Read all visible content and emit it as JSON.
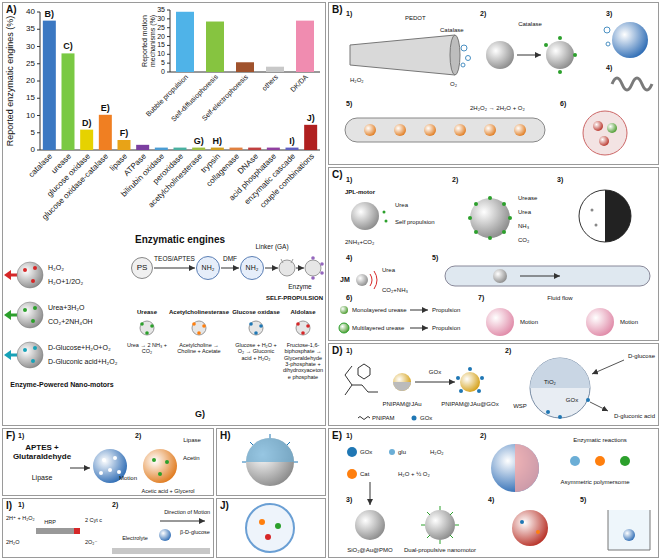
{
  "diagram": {
    "nodes": [
      {
        "text": [
          "A)"
        ]
      },
      {
        "text": [
          "PS"
        ],
        "in": 0
      },
      {
        "text": [
          "NH₂"
        ],
        "in": 0
      },
      {
        "text": [
          "NH₂"
        ],
        "in": 0
      },
      {
        "text": [
          "B)"
        ]
      },
      {
        "text": [
          "C)"
        ]
      },
      {
        "text": [
          "D)"
        ]
      },
      {
        "text": [
          "E)"
        ]
      },
      {
        "text": [
          "F)"
        ]
      },
      {
        "text": [
          "H)"
        ]
      },
      {
        "text": [
          "I)"
        ]
      },
      {
        "text": [
          "J)"
        ]
      }
    ],
    "edges": [
      {
        "from": 1,
        "to": 2,
        "arrow": "to",
        "label": "TEOS/APTES"
      },
      {
        "from": 2,
        "to": 3,
        "arrow": "to",
        "label": "DMF"
      }
    ],
    "labels": [
      "0",
      "5",
      "10",
      "15",
      "20",
      "25",
      "30",
      "35",
      "40",
      "Reported enzymatic engines (%)",
      "catalase",
      "urease",
      "glucose oxidase",
      "glucose oxidase-catalase",
      "lipase",
      "ATPase",
      "bilirubin oxidase",
      "peroxidase",
      "acetylcholinesterase",
      "trypsin",
      "collagenase",
      "DNAse",
      "acid phosphatase",
      "enzymatic cascade",
      "couple combinations",
      "Enzymatic engines",
      "B)",
      "C)",
      "D)",
      "E)",
      "F)",
      "G)",
      "H)",
      "I)",
      "J)",
      "0",
      "5",
      "10",
      "15",
      "20",
      "25",
      "30",
      "35",
      "Reported motion mechanisms (%)",
      "Bubble propulsion",
      "Self-diffusiophoresis",
      "Self-electrophoresis",
      "others",
      "DK/DA",
      "H₂O₂",
      "H₂O+1/2O₂",
      "Urea+3H₂O",
      "CO₂+2NH₄OH",
      "D-Glucose+H₂O+O₂",
      "D-Gluconic acid+H₂O₂",
      "Enzyme-Powered Nano-motors",
      "Linker (GA)",
      "Enzyme",
      "SELF-PROPULSION",
      "Urease",
      "Acetylcholinesterase",
      "Glucose oxidase",
      "Aldolase",
      "Urea → 2 NH₃ + CO₂",
      "Acetylcholine → Choline + Acetate",
      "Glucose + H₂O + O₂ → Gluconic acid + H₂O₂",
      "Fructose-1,6-biphosphate → Glyceraldehyde 3-phosphate + dihydroxyacetone phosphate",
      "G)",
      "1)",
      "PEDOT",
      "Catalase",
      "H₂O₂",
      "O₂",
      "2)",
      "Catalase",
      "3)",
      "4)",
      "5)",
      "2H₂O₂ → 2H₂O + O₂",
      "6)",
      "1)",
      "JPL-motor",
      "Urea",
      "2NH₃+CO₂",
      "Self propulsion",
      "2)",
      "Urease",
      "Urea",
      "NH₃",
      "CO₂",
      "3)",
      "4)",
      "JM",
      "Urea",
      "CO₂+NH₃",
      "5)",
      "6)",
      "Monolayered urease",
      "Propulsion",
      "Multilayered urease",
      "Propulsion",
      "7)",
      "Fluid flow",
      "Motion",
      "Motion",
      "1)",
      "PNIPAM@JAu",
      "GOx",
      "PNIPAM@JAu@GOx",
      "PNIPAM",
      "GOx",
      "2)",
      "D-glucose",
      "TiO₂",
      "GOx",
      "D-gluconic acid",
      "WSP",
      "1)",
      "GOx",
      "glu",
      "H₂O₂",
      "Cat",
      "H₂O + ½ O₂",
      "2)",
      "Enzymatic reactions",
      "Asymmetric polymersome",
      "3)",
      "SiO₂@Au@PMO",
      "Dual-propulsive nanomotor",
      "4)",
      "5)",
      "1)",
      "APTES + Glutaraldehyde",
      "Lipase",
      "2)",
      "Lipase",
      "Acetin",
      "Acetic acid + Glycerol",
      "Motion",
      "1)",
      "2H⁺ + H₂O₂",
      "HRP",
      "2H₂O",
      "2 Cyt c",
      "2O₂⁻",
      "2)",
      "Direction of Motion",
      "Electrolyte",
      "β-D-glucose"
    ]
  }
}
